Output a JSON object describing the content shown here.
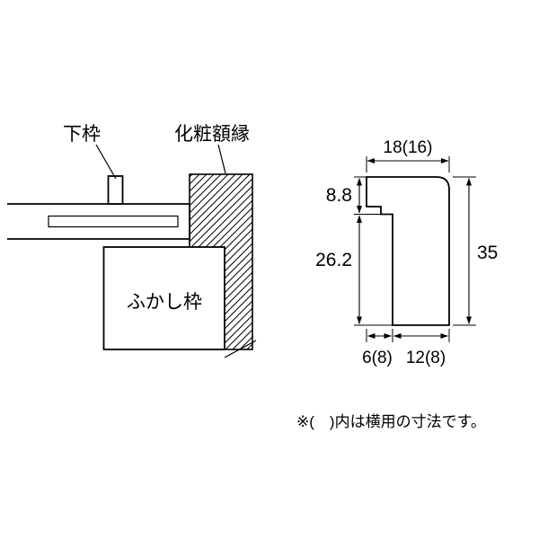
{
  "page": {
    "background": "#ffffff",
    "line_color": "#000000"
  },
  "left_view": {
    "label_lower_frame": "下枠",
    "label_decorative_frame": "化粧額縁",
    "label_furring_frame": "ふかし枠"
  },
  "profile_view": {
    "dim_top_width": "18(16)",
    "dim_upper_height": "8.8",
    "dim_lower_height": "26.2",
    "dim_total_height": "35",
    "dim_bottom_offset": "6(8)",
    "dim_bottom_width": "12(8)"
  },
  "note": {
    "text": "※(　)内は横用の寸法です。"
  }
}
